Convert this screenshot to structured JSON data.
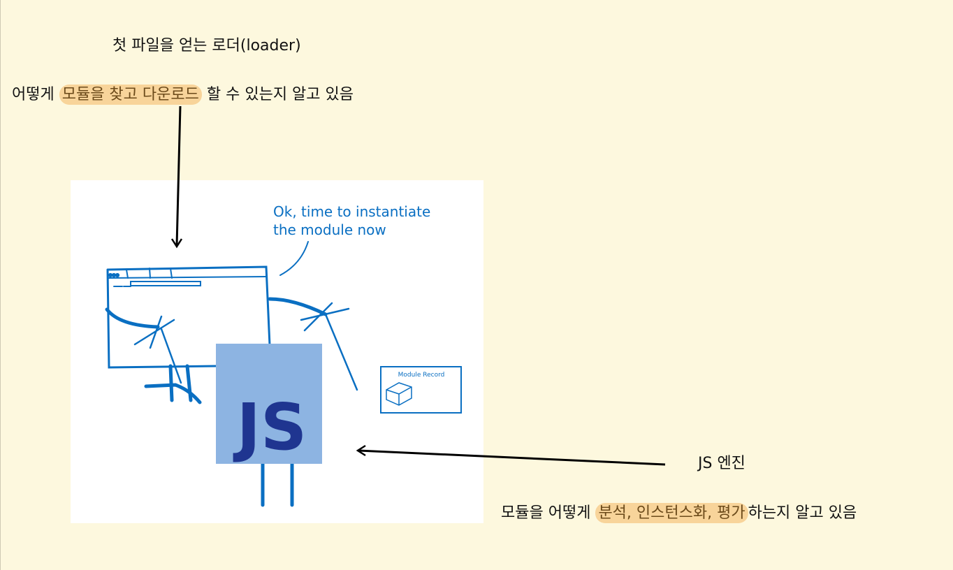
{
  "loader": {
    "title": "첫 파일을 얻는 로더(loader)",
    "desc_prefix": "어떻게 ",
    "desc_highlight": "모듈을 찾고 다운로드",
    "desc_suffix": " 할 수 있는지 알고 있음"
  },
  "engine": {
    "title": "JS 엔진",
    "desc_prefix": "모듈을 어떻게 ",
    "desc_highlight": "분석, 인스턴스화, 평가",
    "desc_suffix": "하는지 알고 있음"
  },
  "illustration": {
    "speech_line1": "Ok, time to instantiate",
    "speech_line2": "the module now",
    "js_logo": "JS",
    "module_record": "Module Record"
  },
  "colors": {
    "background": "#fdf8de",
    "highlight": "#f8d49a",
    "sketch": "#0a6fc2",
    "js_box": "#8db4e2",
    "js_text": "#1f3590"
  }
}
